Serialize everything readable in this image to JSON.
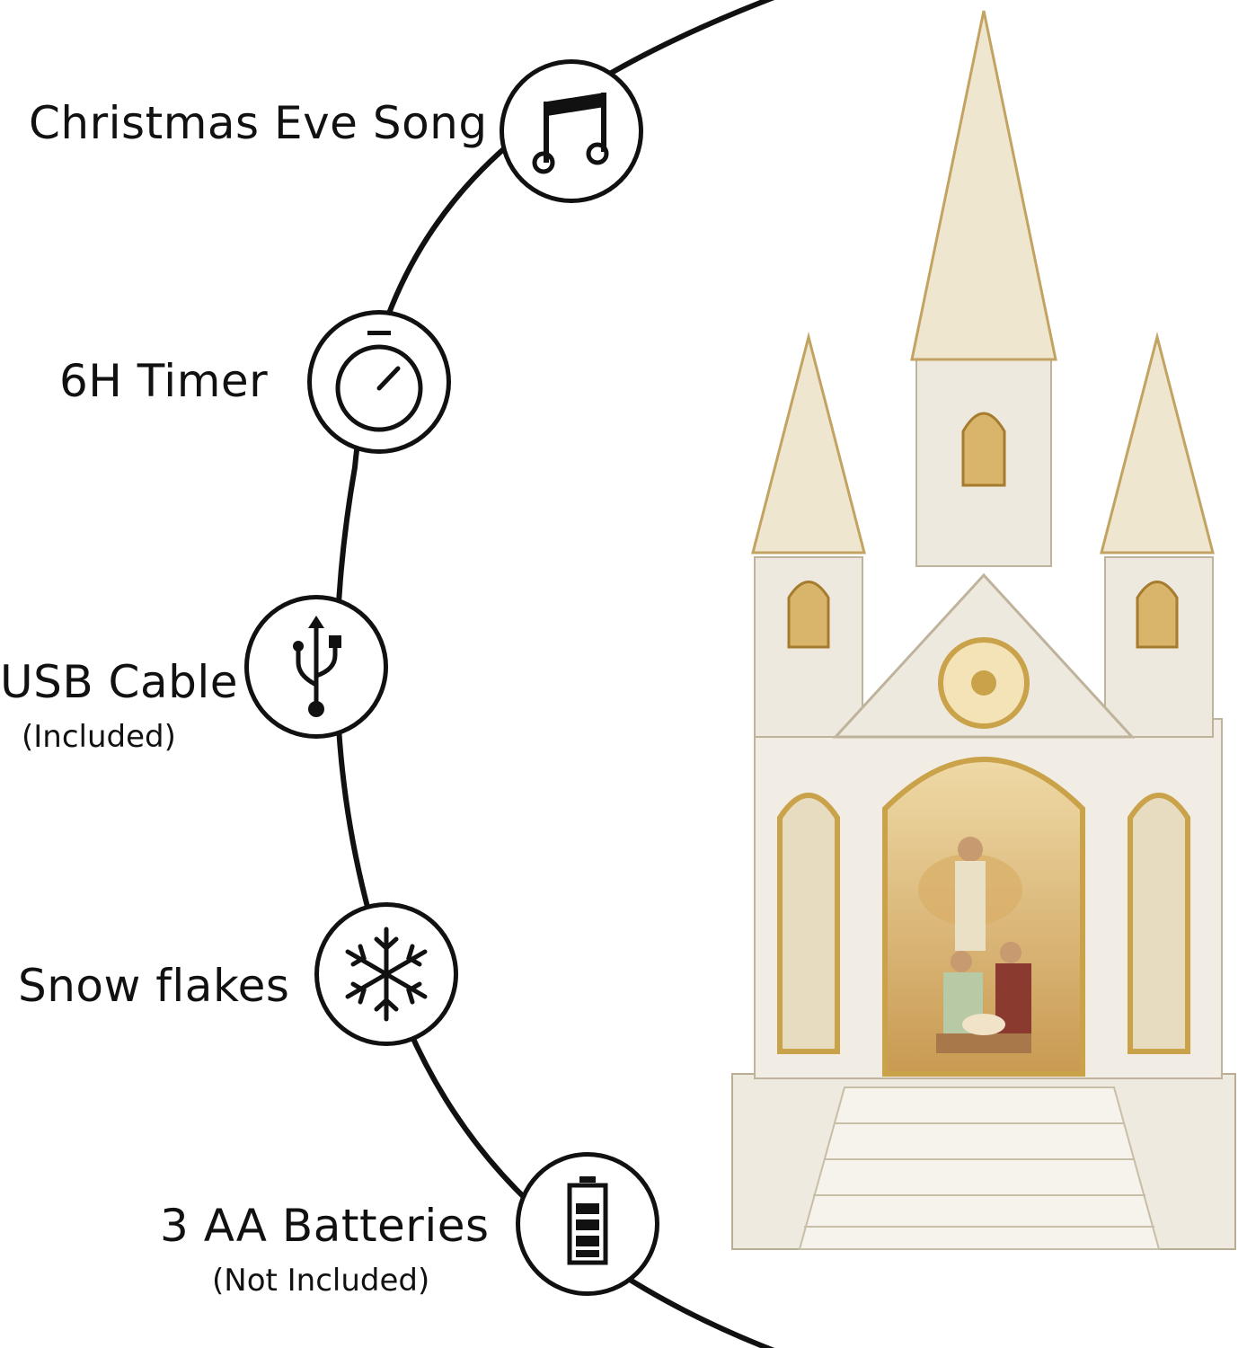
{
  "features": [
    {
      "id": "song",
      "label": "Christmas Eve Song",
      "icon": "music-note-icon"
    },
    {
      "id": "timer",
      "label": "6H Timer",
      "icon": "stopwatch-icon"
    },
    {
      "id": "usb",
      "label": "USB Cable",
      "sublabel": "(Included)",
      "icon": "usb-icon"
    },
    {
      "id": "snow",
      "label": "Snow flakes",
      "icon": "snowflake-icon"
    },
    {
      "id": "batteries",
      "label": "3 AA Batteries",
      "sublabel": "(Not Included)",
      "icon": "battery-icon"
    }
  ],
  "colors": {
    "line": "#111111",
    "stone": "#f3efe6",
    "gold": "#c9a24a",
    "glow": "#e8c98a"
  }
}
